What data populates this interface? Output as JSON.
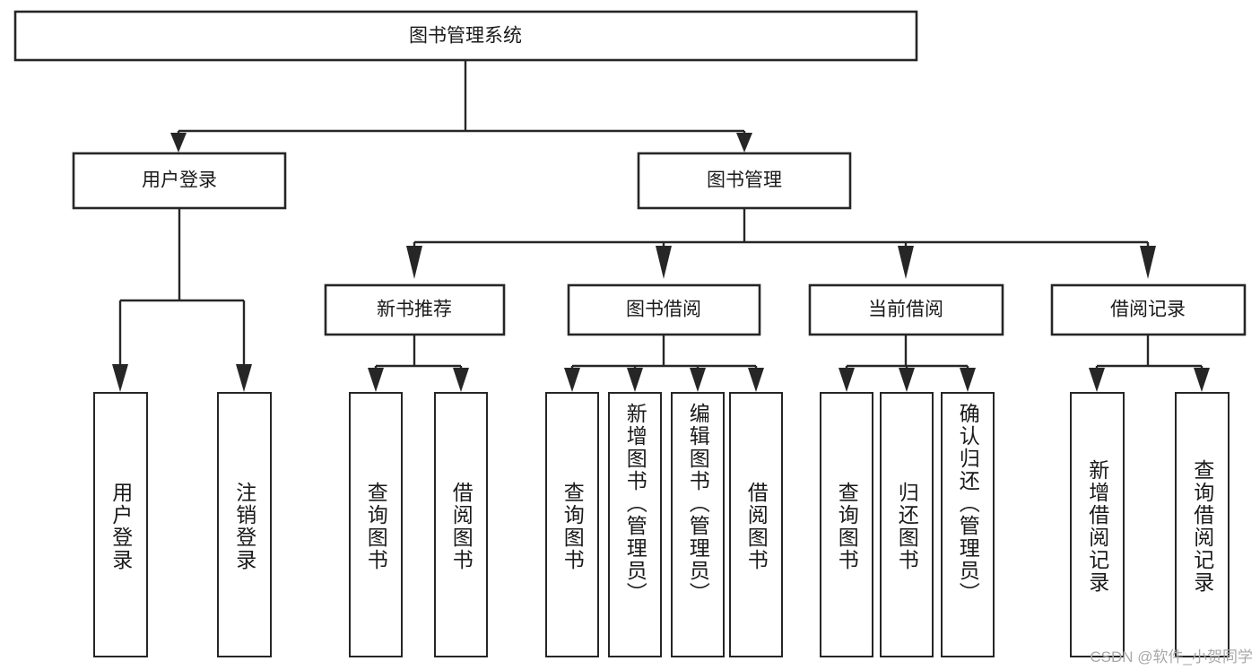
{
  "diagram": {
    "type": "tree",
    "title": "图书管理系统",
    "watermark": "CSDN @软件_小贺同学",
    "colors": {
      "stroke": "#262626",
      "fill": "#ffffff",
      "text": "#1a1a1a",
      "watermark": "#a8a8a8"
    },
    "levels": {
      "root": {
        "label": "图书管理系统"
      },
      "level2": [
        {
          "label": "用户登录"
        },
        {
          "label": "图书管理"
        }
      ],
      "level3": [
        {
          "label": "新书推荐"
        },
        {
          "label": "图书借阅"
        },
        {
          "label": "当前借阅"
        },
        {
          "label": "借阅记录"
        }
      ]
    },
    "leaves": {
      "user_login": [
        {
          "label": "用户登录"
        },
        {
          "label": "注销登录"
        }
      ],
      "new_book_rec": [
        {
          "label": "查询图书"
        },
        {
          "label": "借阅图书"
        }
      ],
      "book_borrow": [
        {
          "label": "查询图书"
        },
        {
          "label": "新增图书（管理员）"
        },
        {
          "label": "编辑图书（管理员）"
        },
        {
          "label": "借阅图书"
        }
      ],
      "current_borrow": [
        {
          "label": "查询图书"
        },
        {
          "label": "归还图书"
        },
        {
          "label": "确认归还（管理员）"
        }
      ],
      "borrow_record": [
        {
          "label": "新增借阅记录"
        },
        {
          "label": "查询借阅记录"
        }
      ]
    }
  }
}
